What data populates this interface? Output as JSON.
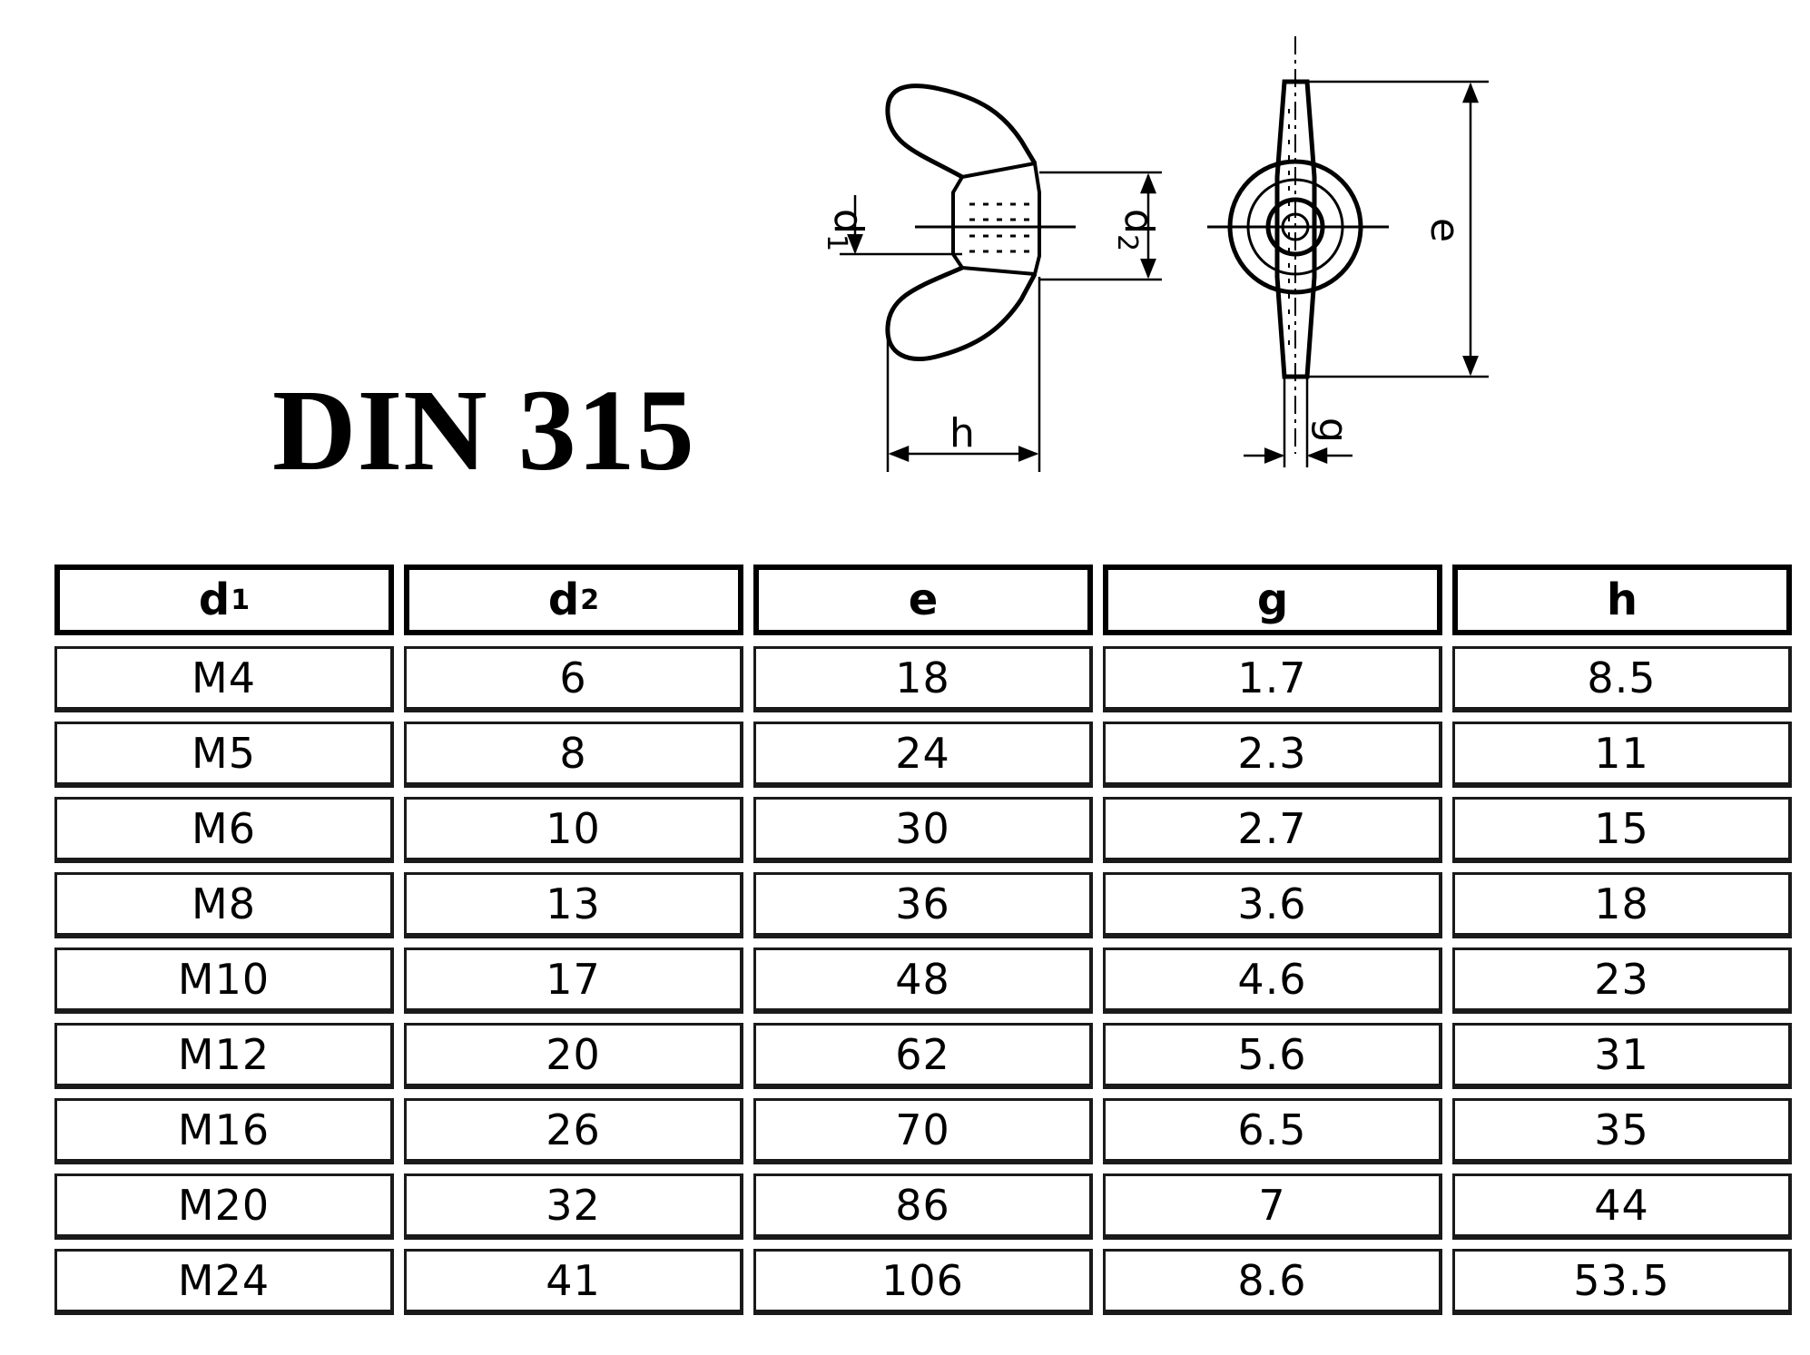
{
  "title": "DIN 315",
  "drawing": {
    "labels": {
      "d1": "d",
      "d1_sub": "1",
      "d2": "d",
      "d2_sub": "2",
      "e": "e",
      "g": "g",
      "h": "h"
    }
  },
  "table": {
    "headers": [
      {
        "main": "d",
        "sub": "1"
      },
      {
        "main": "d",
        "sub": "2"
      },
      {
        "main": "e",
        "sub": ""
      },
      {
        "main": "g",
        "sub": ""
      },
      {
        "main": "h",
        "sub": ""
      }
    ],
    "rows": [
      [
        "M4",
        "6",
        "18",
        "1.7",
        "8.5"
      ],
      [
        "M5",
        "8",
        "24",
        "2.3",
        "11"
      ],
      [
        "M6",
        "10",
        "30",
        "2.7",
        "15"
      ],
      [
        "M8",
        "13",
        "36",
        "3.6",
        "18"
      ],
      [
        "M10",
        "17",
        "48",
        "4.6",
        "23"
      ],
      [
        "M12",
        "20",
        "62",
        "5.6",
        "31"
      ],
      [
        "M16",
        "26",
        "70",
        "6.5",
        "35"
      ],
      [
        "M20",
        "32",
        "86",
        "7",
        "44"
      ],
      [
        "M24",
        "41",
        "106",
        "8.6",
        "53.5"
      ]
    ]
  }
}
